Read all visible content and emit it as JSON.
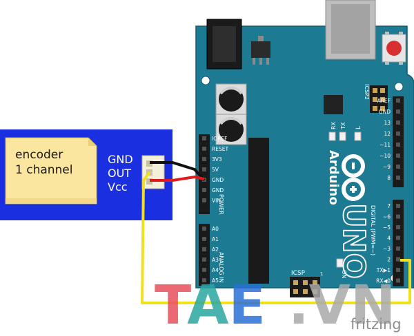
{
  "encoder": {
    "label_line1": "encoder",
    "label_line2": "1 channel",
    "pin_gnd": "GND",
    "pin_out": "OUT",
    "pin_vcc": "Vcc"
  },
  "board": {
    "name": "UNO",
    "brand": "Arduino",
    "reset_label": "RESET",
    "icsp2_label": "ICSP2",
    "icsp_label": "ICSP",
    "on_label": "ON",
    "led_l": "L",
    "led_tx": "TX",
    "led_rx": "RX",
    "power_header_title": "POWER",
    "analog_header_title": "ANALOG IN",
    "digital_header_title": "DIGITAL (PWM=~)",
    "power_pins": [
      "IOREF",
      "RESET",
      "3V3",
      "5V",
      "GND",
      "GND",
      "VIN"
    ],
    "analog_pins": [
      "A0",
      "A1",
      "A2",
      "A3",
      "A4",
      "A5"
    ],
    "digital_top_pins": [
      "AREF",
      "GND",
      "13",
      "12",
      "~11",
      "~10",
      "~9",
      "8"
    ],
    "digital_bottom_pins": [
      "7",
      "~6",
      "~5",
      "4",
      "~3",
      "2",
      "TX▶1",
      "RX◀0"
    ],
    "icsp_pin_1": "1"
  },
  "watermark": {
    "text_part1": "TAE",
    "text_part2": ".VN",
    "fritzing": "fritzing"
  },
  "colors": {
    "board": "#1d7a93",
    "encoder_bg": "#1a2fe0",
    "note": "#fbe6a0",
    "wire_yellow": "#f0e020",
    "wire_red": "#e01a1a",
    "wire_black": "#111111",
    "wm_red": "#e8505b",
    "wm_teal": "#2aa8a0",
    "wm_blue": "#2a6fd8",
    "wm_gray": "#aaaaaa"
  }
}
